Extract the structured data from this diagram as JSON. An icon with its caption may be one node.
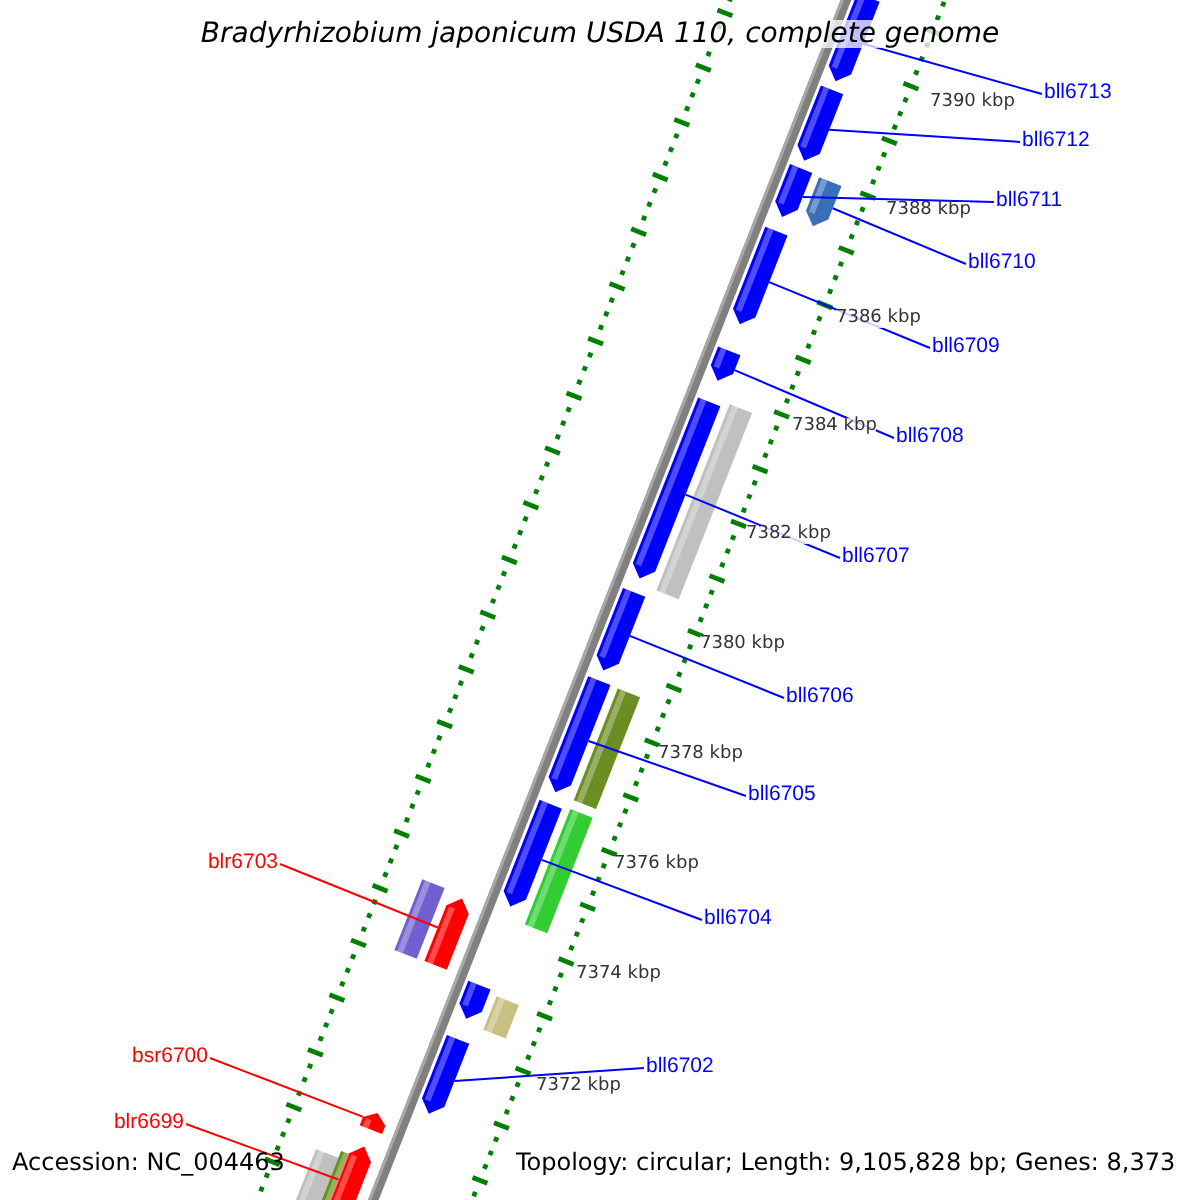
{
  "diagram": {
    "title": "Bradyrhizobium japonicum USDA 110, complete genome",
    "nodes": [
      {
        "text": [
          "bll6713"
        ]
      },
      {
        "text": [
          "bll6712"
        ]
      },
      {
        "text": [
          "bll6711"
        ]
      },
      {
        "text": [
          "bll6710"
        ]
      },
      {
        "text": [
          "bll6709"
        ]
      },
      {
        "text": [
          "bll6708"
        ]
      },
      {
        "text": [
          "bll6707"
        ]
      },
      {
        "text": [
          "bll6706"
        ]
      },
      {
        "text": [
          "bll6705"
        ]
      },
      {
        "text": [
          "bll6704"
        ]
      },
      {
        "text": [
          "blr6703"
        ]
      },
      {
        "text": [
          "bll6702"
        ]
      },
      {
        "text": [
          "bsr6700"
        ]
      },
      {
        "text": [
          "blr6699"
        ]
      },
      {
        "text": [],
        "shape": "bar"
      },
      {
        "text": [],
        "shape": "bar"
      },
      {
        "text": [],
        "shape": "bar"
      },
      {
        "text": [],
        "shape": "bar"
      },
      {
        "text": [],
        "shape": "bar"
      },
      {
        "text": [],
        "shape": "bar"
      },
      {
        "text": [],
        "shape": "bar"
      },
      {
        "text": [],
        "shape": "bar"
      },
      {
        "text": [],
        "shape": "bar"
      },
      {
        "text": [],
        "shape": "bar"
      },
      {
        "text": [],
        "shape": "bar"
      },
      {
        "text": [],
        "shape": "bar"
      },
      {
        "text": [],
        "shape": "bar"
      },
      {
        "text": [],
        "shape": "bar"
      },
      {
        "text": [],
        "shape": "bar"
      },
      {
        "text": [],
        "shape": "bar"
      },
      {
        "text": [],
        "shape": "bar"
      },
      {
        "text": [],
        "shape": "bar"
      },
      {
        "text": [],
        "shape": "bar"
      },
      {
        "text": [],
        "shape": "bar"
      },
      {
        "text": [],
        "shape": "bar"
      },
      {
        "text": [],
        "shape": "bar"
      }
    ],
    "edges": [
      {
        "from": 0,
        "to": 14,
        "arrow": "none"
      },
      {
        "from": 1,
        "to": 15,
        "arrow": "none"
      },
      {
        "from": 2,
        "to": 16,
        "arrow": "none"
      },
      {
        "from": 3,
        "to": 17,
        "arrow": "none"
      },
      {
        "from": 4,
        "to": 18,
        "arrow": "none"
      },
      {
        "from": 5,
        "to": 19,
        "arrow": "none"
      },
      {
        "from": 6,
        "to": 20,
        "arrow": "none"
      },
      {
        "from": 7,
        "to": 21,
        "arrow": "none"
      },
      {
        "from": 8,
        "to": 22,
        "arrow": "none"
      },
      {
        "from": 9,
        "to": 23,
        "arrow": "none"
      },
      {
        "from": 10,
        "to": 24,
        "arrow": "none",
        "color": "#ff0000"
      },
      {
        "from": 11,
        "to": 25,
        "arrow": "none"
      },
      {
        "from": 12,
        "to": 26,
        "arrow": "none",
        "color": "#ff0000"
      },
      {
        "from": 13,
        "to": 27,
        "arrow": "none",
        "color": "#ff0000"
      }
    ],
    "labels": [
      "7390 kbp",
      "7388 kbp",
      "7386 kbp",
      "7384 kbp",
      "7382 kbp",
      "7380 kbp",
      "7378 kbp",
      "7376 kbp",
      "7374 kbp",
      "7372 kbp",
      "Accession: NC_004463",
      "Topology: circular; Length: 9,105,828 bp; Genes: 8,373"
    ]
  }
}
